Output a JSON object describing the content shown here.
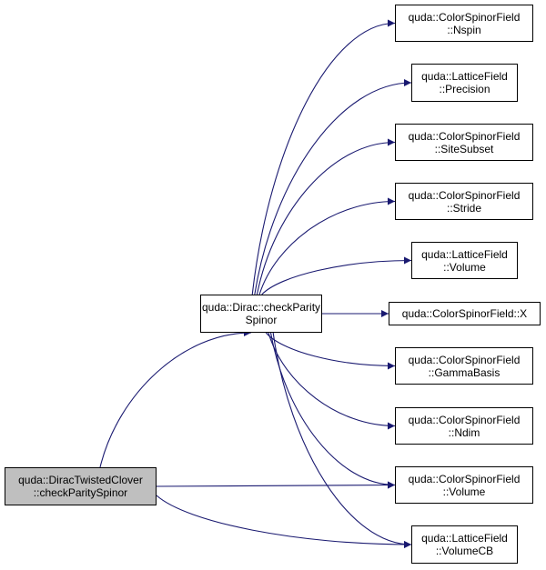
{
  "graph": {
    "root": {
      "id": "root",
      "lines": [
        "quda::DiracTwistedClover",
        "::checkParitySpinor"
      ]
    },
    "mid": {
      "id": "mid",
      "lines": [
        "quda::Dirac::checkParity",
        "Spinor"
      ]
    },
    "targets": [
      {
        "id": "t0",
        "lines": [
          "quda::ColorSpinorField",
          "::Nspin"
        ]
      },
      {
        "id": "t1",
        "lines": [
          "quda::LatticeField",
          "::Precision"
        ]
      },
      {
        "id": "t2",
        "lines": [
          "quda::ColorSpinorField",
          "::SiteSubset"
        ]
      },
      {
        "id": "t3",
        "lines": [
          "quda::ColorSpinorField",
          "::Stride"
        ]
      },
      {
        "id": "t4",
        "lines": [
          "quda::LatticeField",
          "::Volume"
        ]
      },
      {
        "id": "t5",
        "lines": [
          "quda::ColorSpinorField::X"
        ]
      },
      {
        "id": "t6",
        "lines": [
          "quda::ColorSpinorField",
          "::GammaBasis"
        ]
      },
      {
        "id": "t7",
        "lines": [
          "quda::ColorSpinorField",
          "::Ndim"
        ]
      },
      {
        "id": "t8",
        "lines": [
          "quda::ColorSpinorField",
          "::Volume"
        ]
      },
      {
        "id": "t9",
        "lines": [
          "quda::LatticeField",
          "::VolumeCB"
        ]
      }
    ],
    "edges": [
      [
        "root",
        "mid"
      ],
      [
        "root",
        "t8"
      ],
      [
        "root",
        "t9"
      ],
      [
        "mid",
        "t0"
      ],
      [
        "mid",
        "t1"
      ],
      [
        "mid",
        "t2"
      ],
      [
        "mid",
        "t3"
      ],
      [
        "mid",
        "t4"
      ],
      [
        "mid",
        "t5"
      ],
      [
        "mid",
        "t6"
      ],
      [
        "mid",
        "t7"
      ],
      [
        "mid",
        "t8"
      ],
      [
        "mid",
        "t9"
      ]
    ],
    "edge_color": "#191970"
  }
}
